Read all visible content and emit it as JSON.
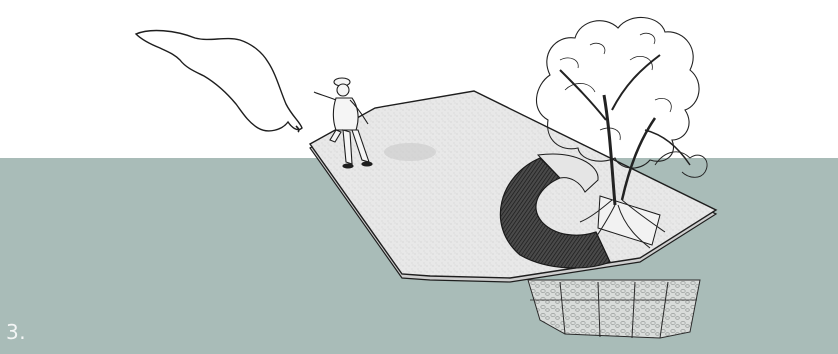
{
  "panel": {
    "label": "3."
  },
  "colors": {
    "water": "#a9bcb8",
    "platform_top": "#e6e6e6",
    "platform_edge": "#cfcfcf",
    "ink": "#1e1e1e",
    "bench": "#3a3a3a",
    "gabion": "#d4d8d6"
  },
  "elements": [
    "cast-net-outline",
    "fisherman-figure",
    "hexagonal-platform",
    "curved-bench",
    "mangrove-tree",
    "gabion-base"
  ]
}
